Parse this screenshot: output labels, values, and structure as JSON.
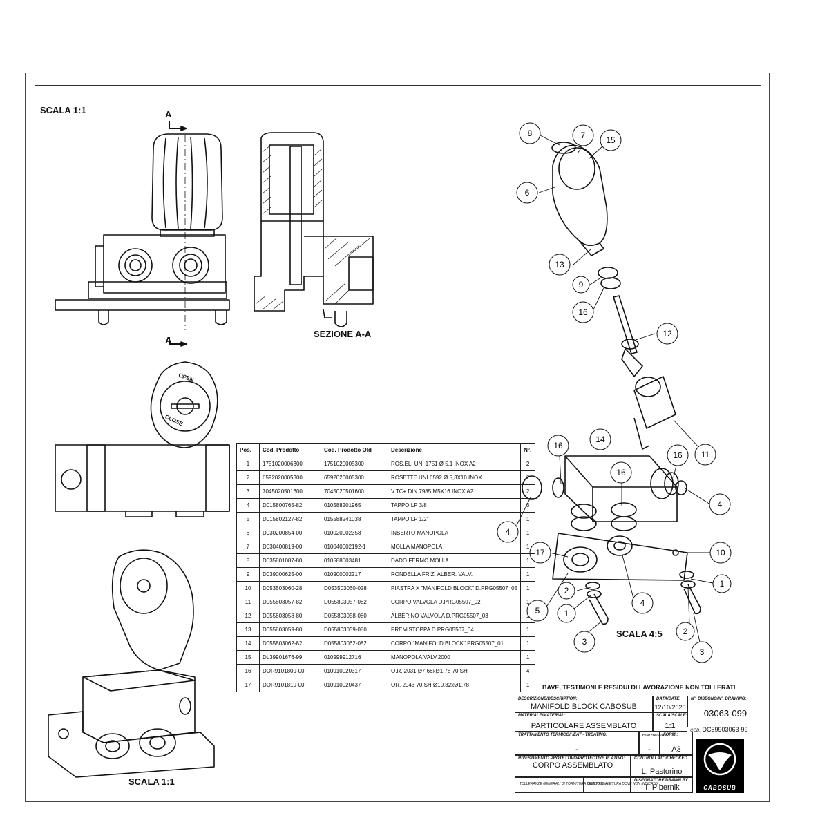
{
  "views": {
    "scale_top_left": "SCALA 1:1",
    "section_label": "SEZIONE A-A",
    "section_marker": "A",
    "scale_bottom_left": "SCALA 1:1",
    "scale_exploded": "SCALA 4:5",
    "knob_open": "OPEN",
    "knob_close": "CLOSE"
  },
  "balloons": [
    {
      "n": "8"
    },
    {
      "n": "7"
    },
    {
      "n": "15"
    },
    {
      "n": "6"
    },
    {
      "n": "13"
    },
    {
      "n": "9"
    },
    {
      "n": "16"
    },
    {
      "n": "12"
    },
    {
      "n": "11"
    },
    {
      "n": "16"
    },
    {
      "n": "14"
    },
    {
      "n": "16"
    },
    {
      "n": "16"
    },
    {
      "n": "4"
    },
    {
      "n": "4"
    },
    {
      "n": "17"
    },
    {
      "n": "10"
    },
    {
      "n": "2"
    },
    {
      "n": "1"
    },
    {
      "n": "5"
    },
    {
      "n": "1"
    },
    {
      "n": "4"
    },
    {
      "n": "3"
    },
    {
      "n": "2"
    },
    {
      "n": "3"
    }
  ],
  "bom": {
    "headers": [
      "Pos.",
      "Cod. Prodotto",
      "Cod. Prodotto Old",
      "Descrizione",
      "N°."
    ],
    "rows": [
      [
        "1",
        "1751020006300",
        "1751020005300",
        "ROS.EL. UNI 1751 Ø 5,1 INOX A2",
        "2"
      ],
      [
        "2",
        "6592020005300",
        "6592020005300",
        "ROSETTE UNI 6592 Ø 5,3X10 INOX",
        "2"
      ],
      [
        "3",
        "7045020501600",
        "7045020501600",
        "V.TC+ DIN 7985 M5X16 INOX A2",
        "2"
      ],
      [
        "4",
        "D015800765-82",
        "010588201965",
        "TAPPO LP 3/8",
        "3"
      ],
      [
        "5",
        "D015802127-82",
        "015588241038",
        "TAPPO LP 1/2\"",
        "1"
      ],
      [
        "6",
        "D030200854-00",
        "010020002358",
        "INSERTO MANOPOLA",
        "1"
      ],
      [
        "7",
        "D030400819-00",
        "010040002192-1",
        "MOLLA MANOPOLA",
        "1"
      ],
      [
        "8",
        "D035801087-80",
        "010588003481",
        "DADO FERMO MOLLA",
        "1"
      ],
      [
        "9",
        "D039000625-00",
        "010900002217",
        "RONDELLA FRIZ. ALBER. VALV.",
        "1"
      ],
      [
        "10",
        "D053503060-28",
        "D053503060-028",
        "PIASTRA X \"MANIFOLD BLOCK\" D.PRG05507_05",
        "1"
      ],
      [
        "11",
        "D055803057-82",
        "D055803057-082",
        "CORPO VALVOLA D.PRG05507_02",
        "1"
      ],
      [
        "12",
        "D055803058-80",
        "D055803058-080",
        "ALBERINO VALVOLA D.PRG05507_03",
        "1"
      ],
      [
        "13",
        "D055803059-80",
        "D055803059-080",
        "PREMISTOPPA D.PRG05507_04",
        "1"
      ],
      [
        "14",
        "D055803062-82",
        "D055803062-082",
        "CORPO \"MANIFOLD BLOCK\" PRG05507_01",
        "1"
      ],
      [
        "15",
        "DL39901676-99",
        "010999912716",
        "MANOPOLA VALV.2000",
        "1"
      ],
      [
        "16",
        "DOR9101809-00",
        "010910020317",
        "O.R. 2031 Ø7.66xØ1.78 70 SH",
        "4"
      ],
      [
        "17",
        "DOR9101819-00",
        "010910020437",
        "OR. 2043 70 SH Ø10.82xØ1.78",
        "1"
      ]
    ]
  },
  "title_block": {
    "note": "BAVE, TESTIMONI E RESIDUI DI LAVORAZIONE NON TOLLERATI",
    "description_caption": "DESCRIZIONE/DESCRIPTION:",
    "description": "MANIFOLD BLOCK CABOSUB",
    "date_caption": "DATA/DATE:",
    "date": "12/10/2020",
    "drawing_caption": "N°. DISEGNO/N°. DRAWING:",
    "drawing_number": "03063-099",
    "material_caption": "MATERIALE/MATERIAL:",
    "material": "PARTICOLARE ASSEMBLATO",
    "scale_caption": "SCALA/SCALE:",
    "scale": "1:1",
    "code_caption": "COD.",
    "code": "DC59903063-99",
    "treatment_caption": "TRATTAMENTO TERMICO/HEAT - TREATING:",
    "treatment": "-",
    "finish_caption": "PESO FINITO (gr.)",
    "finish": "-",
    "format_caption": "FORM.:",
    "format": "A3",
    "coating_caption": "RIVESTIMENTO PROTETTIVO/PROTECTIVE PLATING:",
    "coating": "CORPO ASSEMBLATO",
    "checked_caption": "CONTROLLATO/CHECKED",
    "checked": "L. Pastorino",
    "tolerance_note": "TOLLERANZE GENERALI DI TORNITURA ISO 2768-fine H",
    "roughness_note": "GRADO DI FINITURA DOVE NON INDICATO",
    "drawn_caption": "DISEGNATORE/DRAWN BY",
    "drawn": "T. Pibernik",
    "logo_text": "CABOSUB"
  }
}
